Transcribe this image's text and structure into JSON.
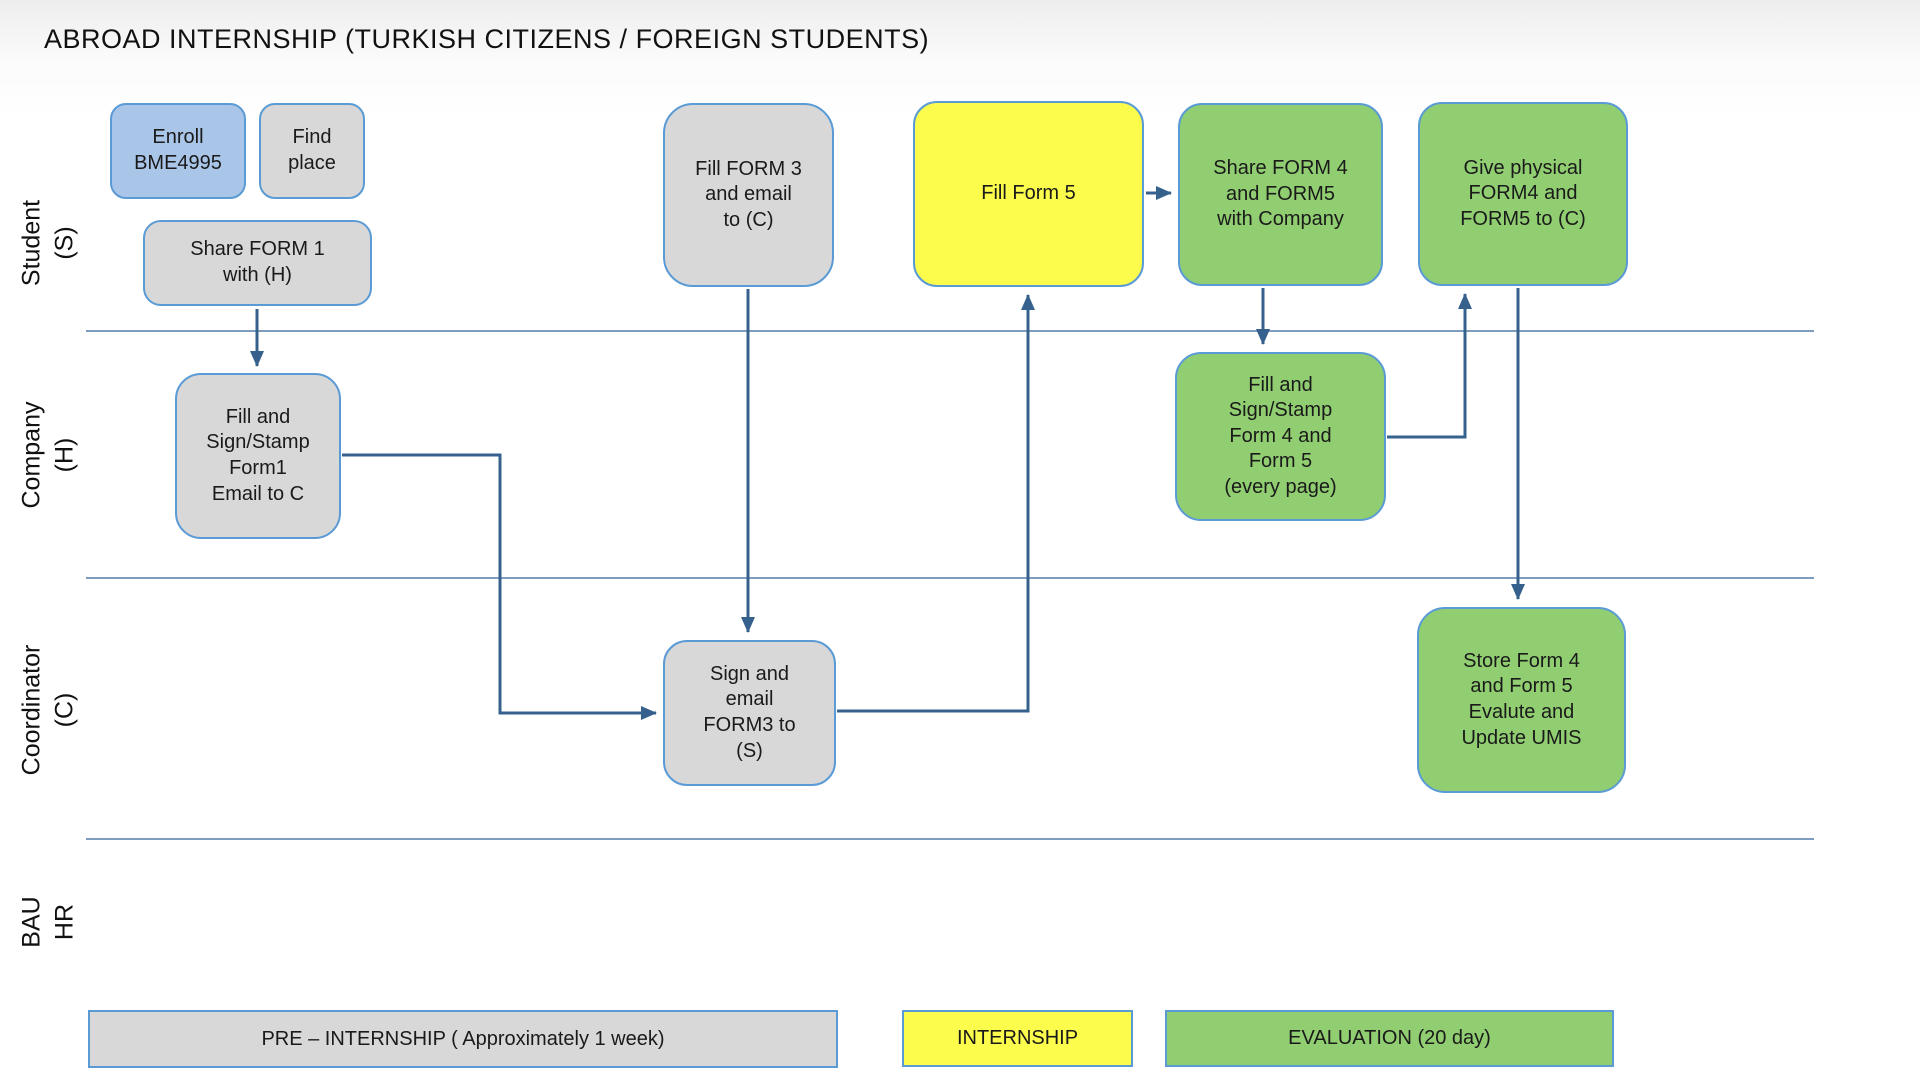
{
  "title": "ABROAD INTERNSHIP (TURKISH CITIZENS / FOREIGN STUDENTS)",
  "lanes": [
    {
      "label": "Student\n(S)"
    },
    {
      "label": "Company\n(H)"
    },
    {
      "label": "Coordinator\n(C)"
    },
    {
      "label": "BAU\nHR"
    }
  ],
  "boxes": {
    "enroll": {
      "label": "Enroll\nBME4995",
      "color": "blue",
      "lane": "Student (S)"
    },
    "find_place": {
      "label": "Find\nplace",
      "color": "gray",
      "lane": "Student (S)"
    },
    "share_form1": {
      "label": "Share FORM 1\nwith (H)",
      "color": "gray",
      "lane": "Student (S)"
    },
    "fill_form3": {
      "label": "Fill FORM 3\nand email\nto (C)",
      "color": "gray",
      "lane": "Student (S)"
    },
    "fill_form5": {
      "label": "Fill Form 5",
      "color": "yellow",
      "lane": "Student (S)"
    },
    "share_form45": {
      "label": "Share FORM 4\nand FORM5\nwith Company",
      "color": "green",
      "lane": "Student (S)"
    },
    "give_physical": {
      "label": "Give physical\nFORM4 and\nFORM5 to (C)",
      "color": "green",
      "lane": "Student (S)"
    },
    "company_form1": {
      "label": "Fill and\nSign/Stamp\nForm1\nEmail to C",
      "color": "gray",
      "lane": "Company (H)"
    },
    "company_form45": {
      "label": "Fill and\nSign/Stamp\nForm 4 and\nForm 5\n(every page)",
      "color": "green",
      "lane": "Company (H)"
    },
    "sign_form3": {
      "label": "Sign and\nemail\nFORM3 to\n(S)",
      "color": "gray",
      "lane": "Coordinator (C)"
    },
    "store_form45": {
      "label": "Store Form 4\nand Form 5\nEvalute and\nUpdate UMIS",
      "color": "green",
      "lane": "Coordinator (C)"
    }
  },
  "flows": [
    {
      "from": "share_form1",
      "to": "company_form1"
    },
    {
      "from": "company_form1",
      "to": "sign_form3"
    },
    {
      "from": "fill_form3",
      "to": "sign_form3"
    },
    {
      "from": "sign_form3",
      "to": "fill_form5"
    },
    {
      "from": "fill_form5",
      "to": "share_form45"
    },
    {
      "from": "share_form45",
      "to": "company_form45"
    },
    {
      "from": "company_form45",
      "to": "give_physical"
    },
    {
      "from": "give_physical",
      "to": "store_form45"
    }
  ],
  "legend": [
    {
      "label": "PRE – INTERNSHIP ( Approximately 1 week)",
      "color": "gray"
    },
    {
      "label": "INTERNSHIP",
      "color": "yellow"
    },
    {
      "label": "EVALUATION (20 day)",
      "color": "green"
    }
  ],
  "colors": {
    "box_border": "#5B9BD5",
    "arrow": "#35618C",
    "lane_line": "#7E9CBE",
    "fill_blue": "#A9C6E8",
    "fill_gray": "#D8D8D8",
    "fill_yellow": "#FCFC4D",
    "fill_green": "#90CE71"
  }
}
